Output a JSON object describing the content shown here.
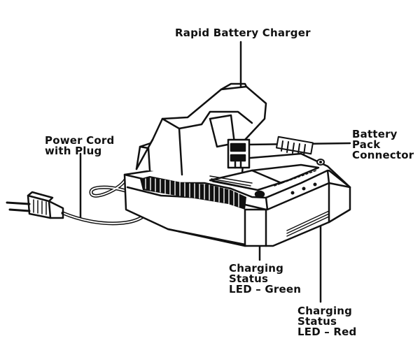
{
  "diagram": {
    "title": "Rapid Battery Charger",
    "callouts": {
      "power_cord": {
        "line1": "Power Cord",
        "line2": "with Plug"
      },
      "battery_connector": {
        "line1": "Battery",
        "line2": "Pack",
        "line3": "Connector"
      },
      "led_green": {
        "line1": "Charging",
        "line2": "Status",
        "line3": "LED – Green"
      },
      "led_red": {
        "line1": "Charging",
        "line2": "Status",
        "line3": "LED – Red"
      }
    },
    "colors": {
      "ink": "#111111",
      "background": "#ffffff"
    }
  }
}
